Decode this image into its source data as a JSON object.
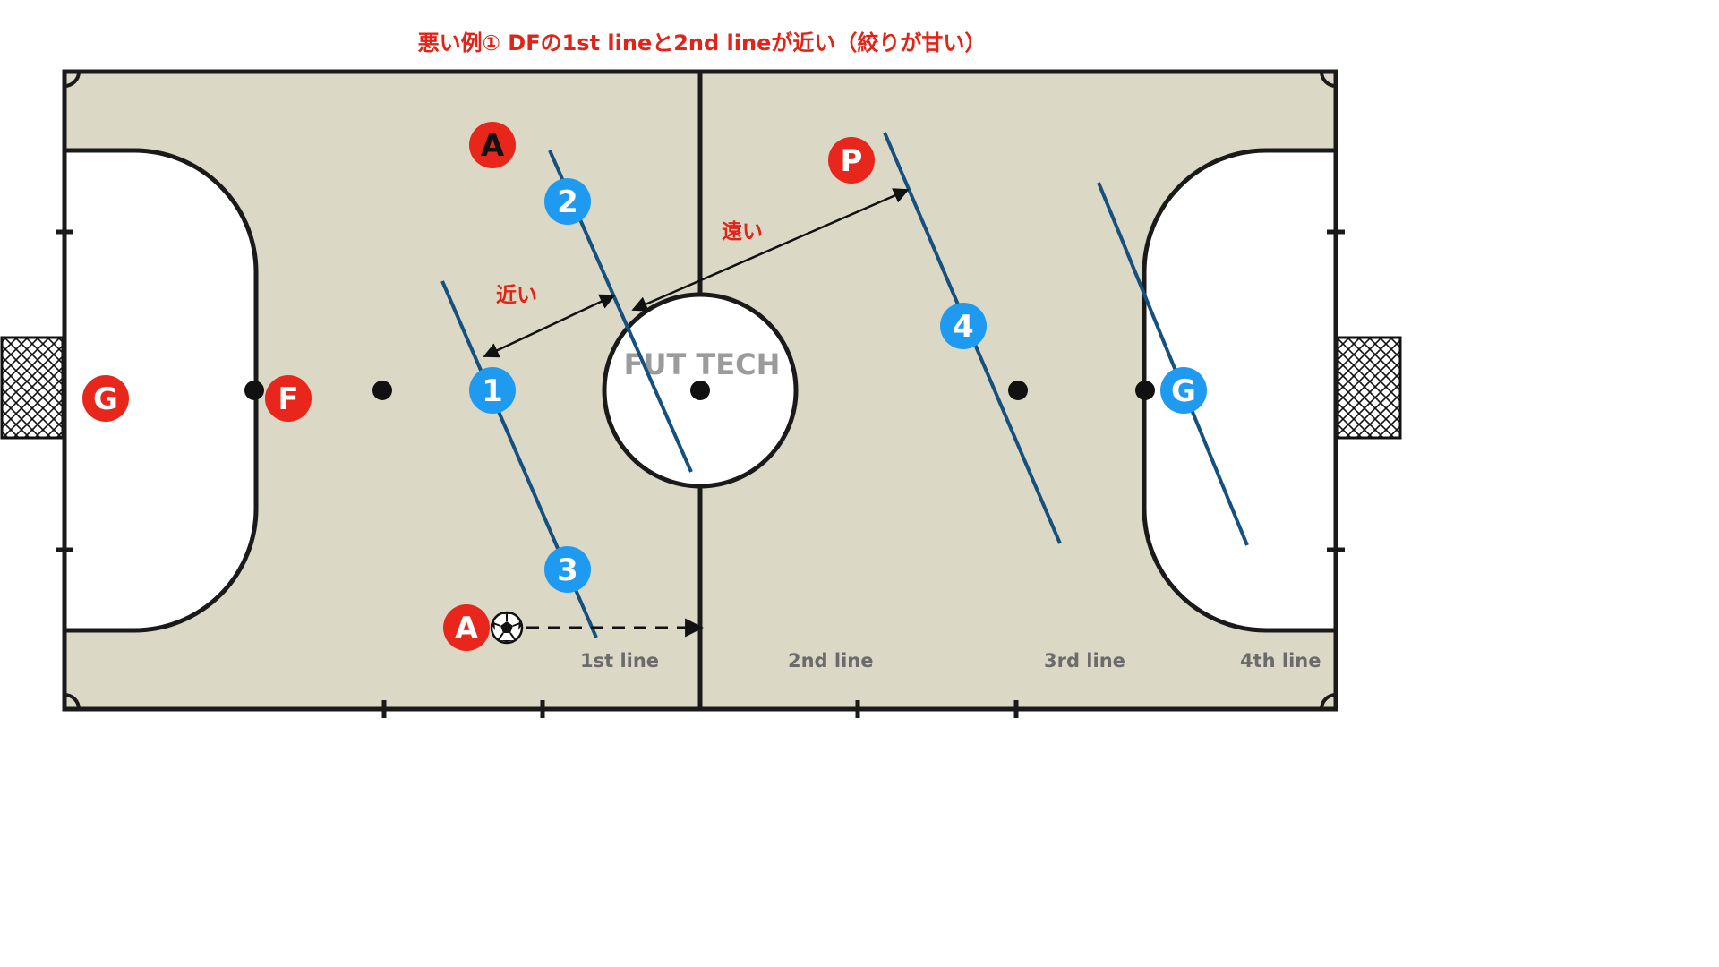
{
  "title": "悪い例① DFの1st lineと2nd lineが近い（絞りが甘い）",
  "watermark": "FUT TECH",
  "annotations": {
    "near": "近い",
    "far": "遠い"
  },
  "line_labels": {
    "first": "1st line",
    "second": "2nd line",
    "third": "3rd line",
    "fourth": "4th line"
  },
  "attackers": {
    "goalkeeper": "G",
    "fixo": "F",
    "ala_top": "A",
    "ala_bottom": "A",
    "pivo": "P"
  },
  "defenders": {
    "d1": "1",
    "d2": "2",
    "d3": "3",
    "d4": "4",
    "goalkeeper": "G"
  },
  "colors": {
    "attacker": "#e8261b",
    "defender": "#1e9bf0",
    "court": "#dbd8c6",
    "court_line": "#1a1a1a",
    "defense_line": "#15507e",
    "title": "#e02418"
  },
  "icons": {
    "ball": "soccer-ball-icon",
    "goal_net": "goal-net-icon"
  }
}
